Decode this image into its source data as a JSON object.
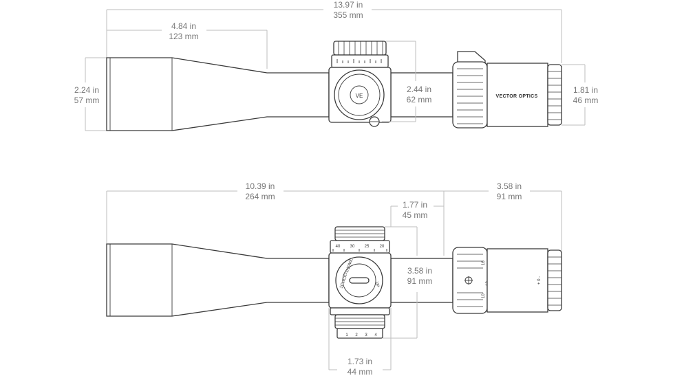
{
  "top_view": {
    "overall_length": {
      "imperial": "13.97 in",
      "metric": "355 mm"
    },
    "objective_bell_length": {
      "imperial": "4.84 in",
      "metric": "123 mm"
    },
    "objective_diameter": {
      "imperial": "2.24 in",
      "metric": "57 mm"
    },
    "turret_height": {
      "imperial": "2.44 in",
      "metric": "62 mm"
    },
    "eyepiece_diameter": {
      "imperial": "1.81 in",
      "metric": "46 mm"
    },
    "brand_text": "VECTOR OPTICS",
    "logo_text": "VE"
  },
  "side_view": {
    "front_length": {
      "imperial": "10.39 in",
      "metric": "264 mm"
    },
    "rear_length": {
      "imperial": "3.58 in",
      "metric": "91 mm"
    },
    "turret_offset": {
      "imperial": "1.77 in",
      "metric": "45 mm"
    },
    "turret_height": {
      "imperial": "3.58 in",
      "metric": "91 mm"
    },
    "turret_width": {
      "imperial": "1.73 in",
      "metric": "44  mm"
    },
    "turret_label": "1CLICK=1/10MIL",
    "up_label": "UP",
    "elevation_scale": [
      "40",
      "30",
      "25",
      "20"
    ],
    "lower_turret_scale": [
      "1",
      "2",
      "3",
      "4"
    ],
    "ring_numbers": [
      "10",
      "12",
      "16"
    ],
    "diopter_mark": "+ 0 -"
  }
}
